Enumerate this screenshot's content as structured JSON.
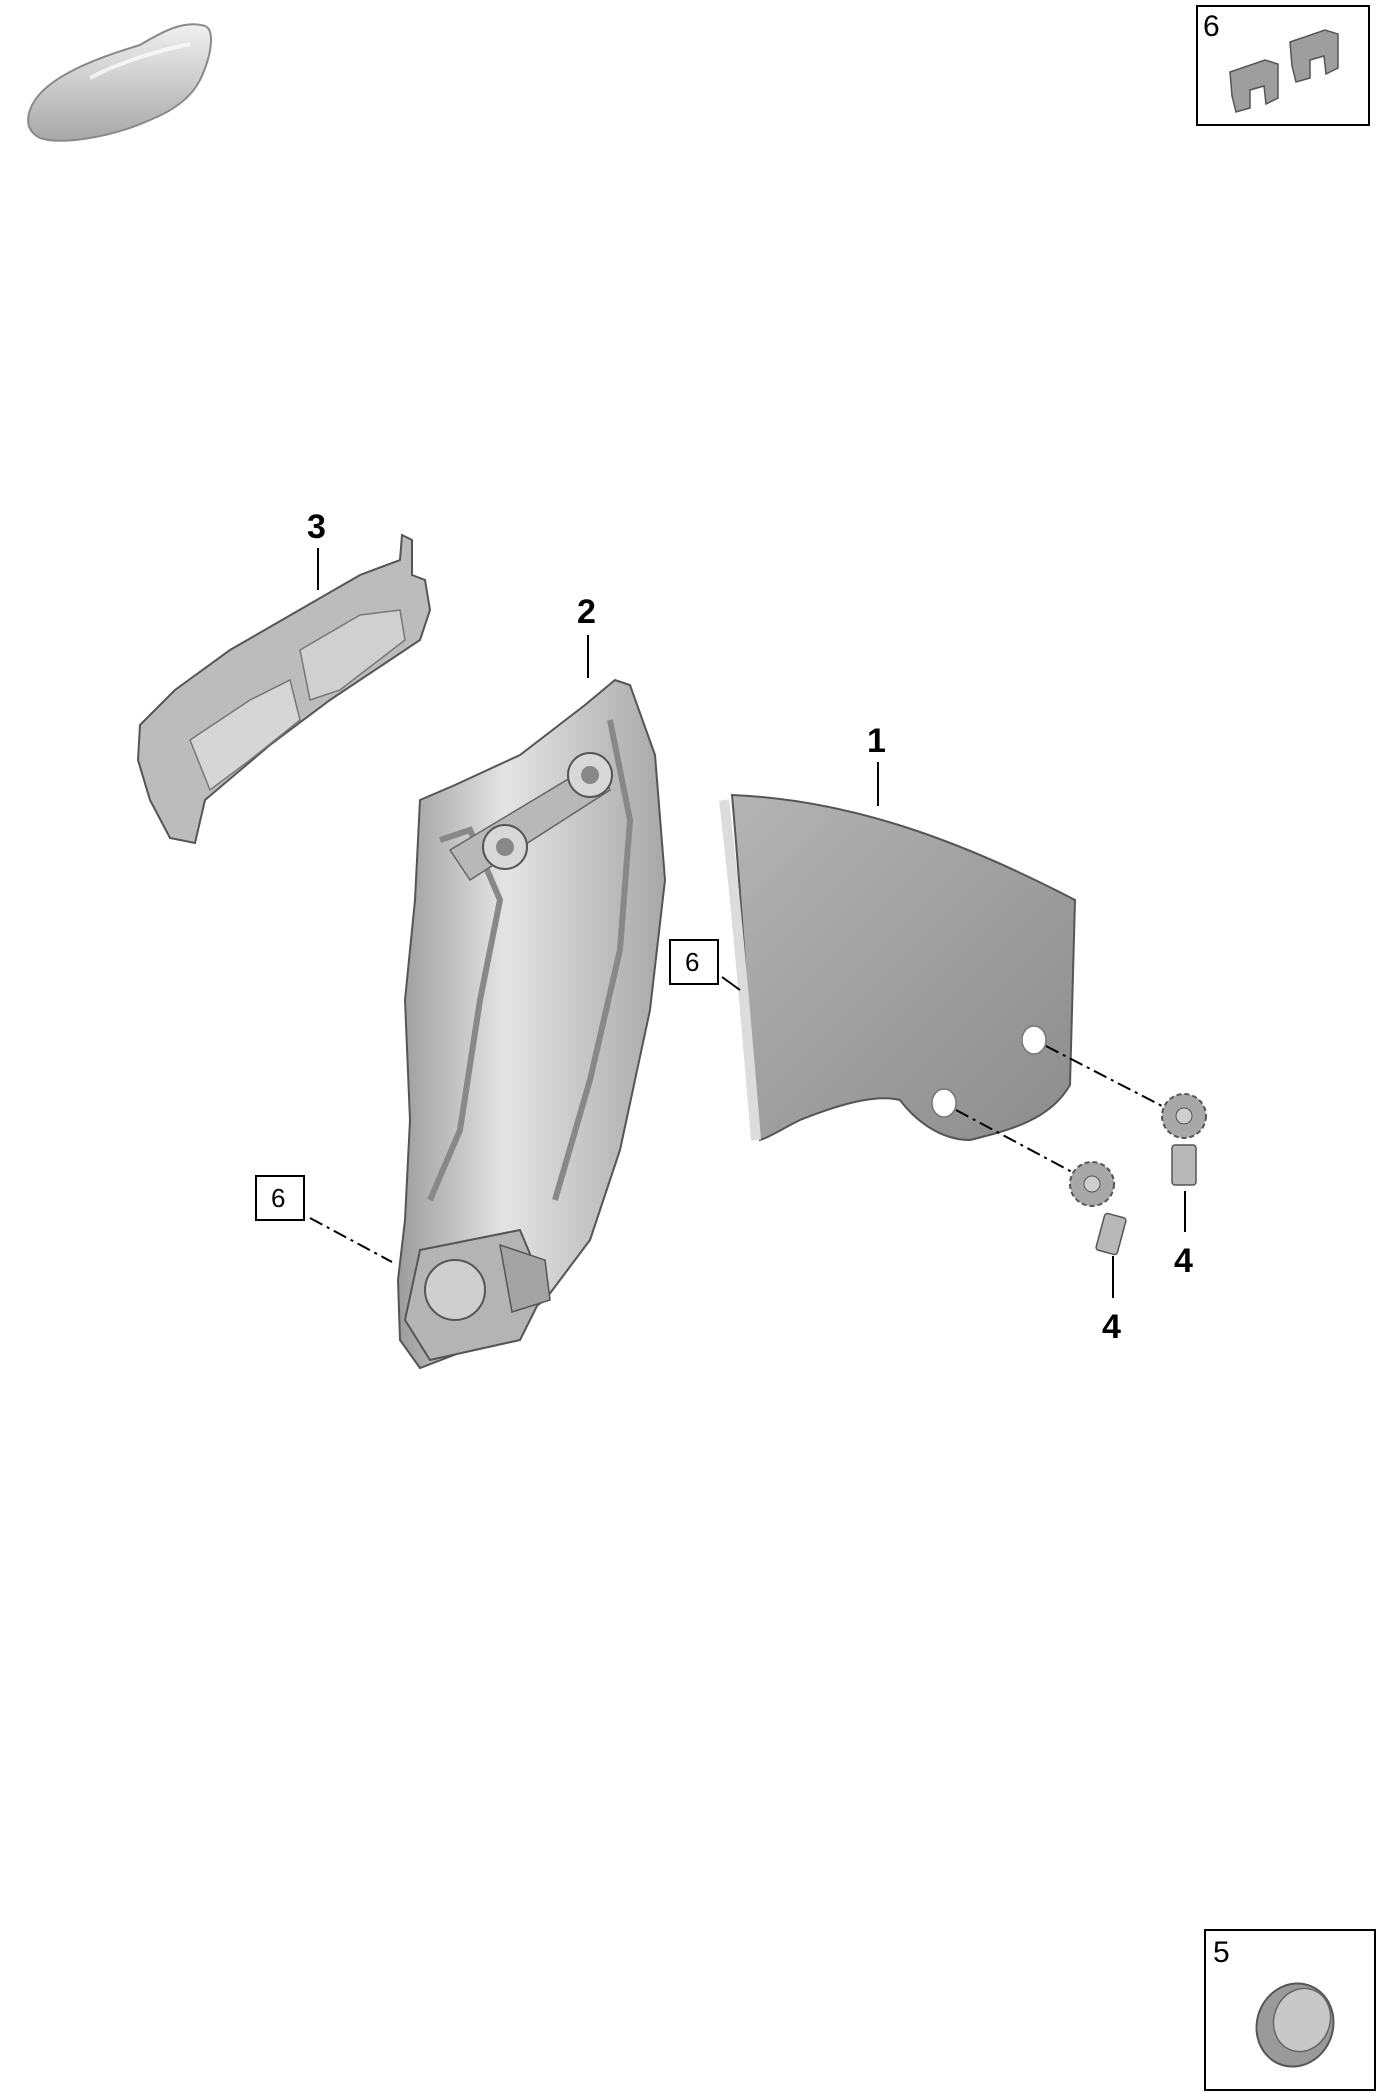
{
  "callouts": {
    "part1": "1",
    "part2": "2",
    "part3": "3",
    "part4a": "4",
    "part4b": "4"
  },
  "ref_boxes": {
    "glass_seal": "6",
    "regulator_clip": "6"
  },
  "insets": {
    "clips": "6",
    "grommet": "5"
  },
  "colors": {
    "outline": "#000000",
    "part_fill": "#c8c8c8",
    "glass_fill": "#9a9a9a",
    "shadow": "#7a7a7a"
  }
}
